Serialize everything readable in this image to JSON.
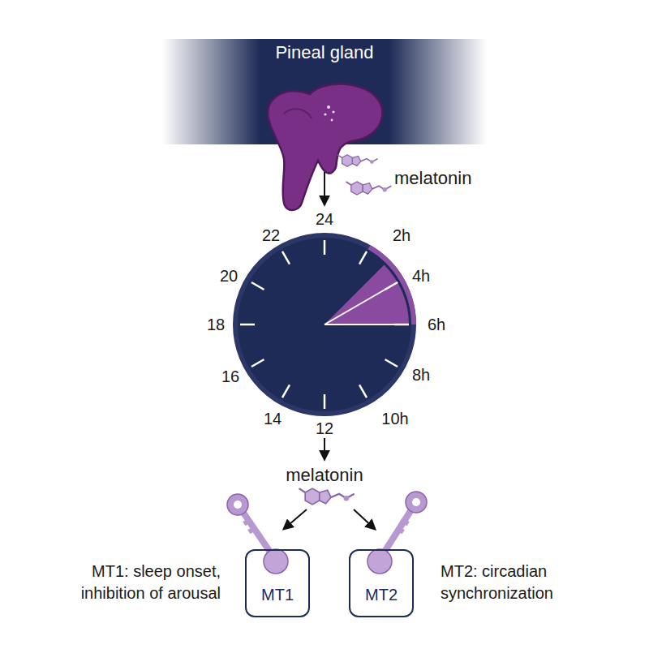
{
  "diagram": {
    "nodes": [
      {
        "text": [
          "Pineal gland"
        ]
      },
      {
        "text": [
          "MT1"
        ]
      },
      {
        "text": [
          "MT2"
        ]
      }
    ],
    "labels": [
      "melatonin",
      "24",
      "2h",
      "4h",
      "6h",
      "8h",
      "10h",
      "12",
      "14",
      "16",
      "18",
      "20",
      "22",
      "melatonin",
      "MT1: sleep onset, inhibition of arousal",
      "MT2: circadian synchronization"
    ]
  }
}
